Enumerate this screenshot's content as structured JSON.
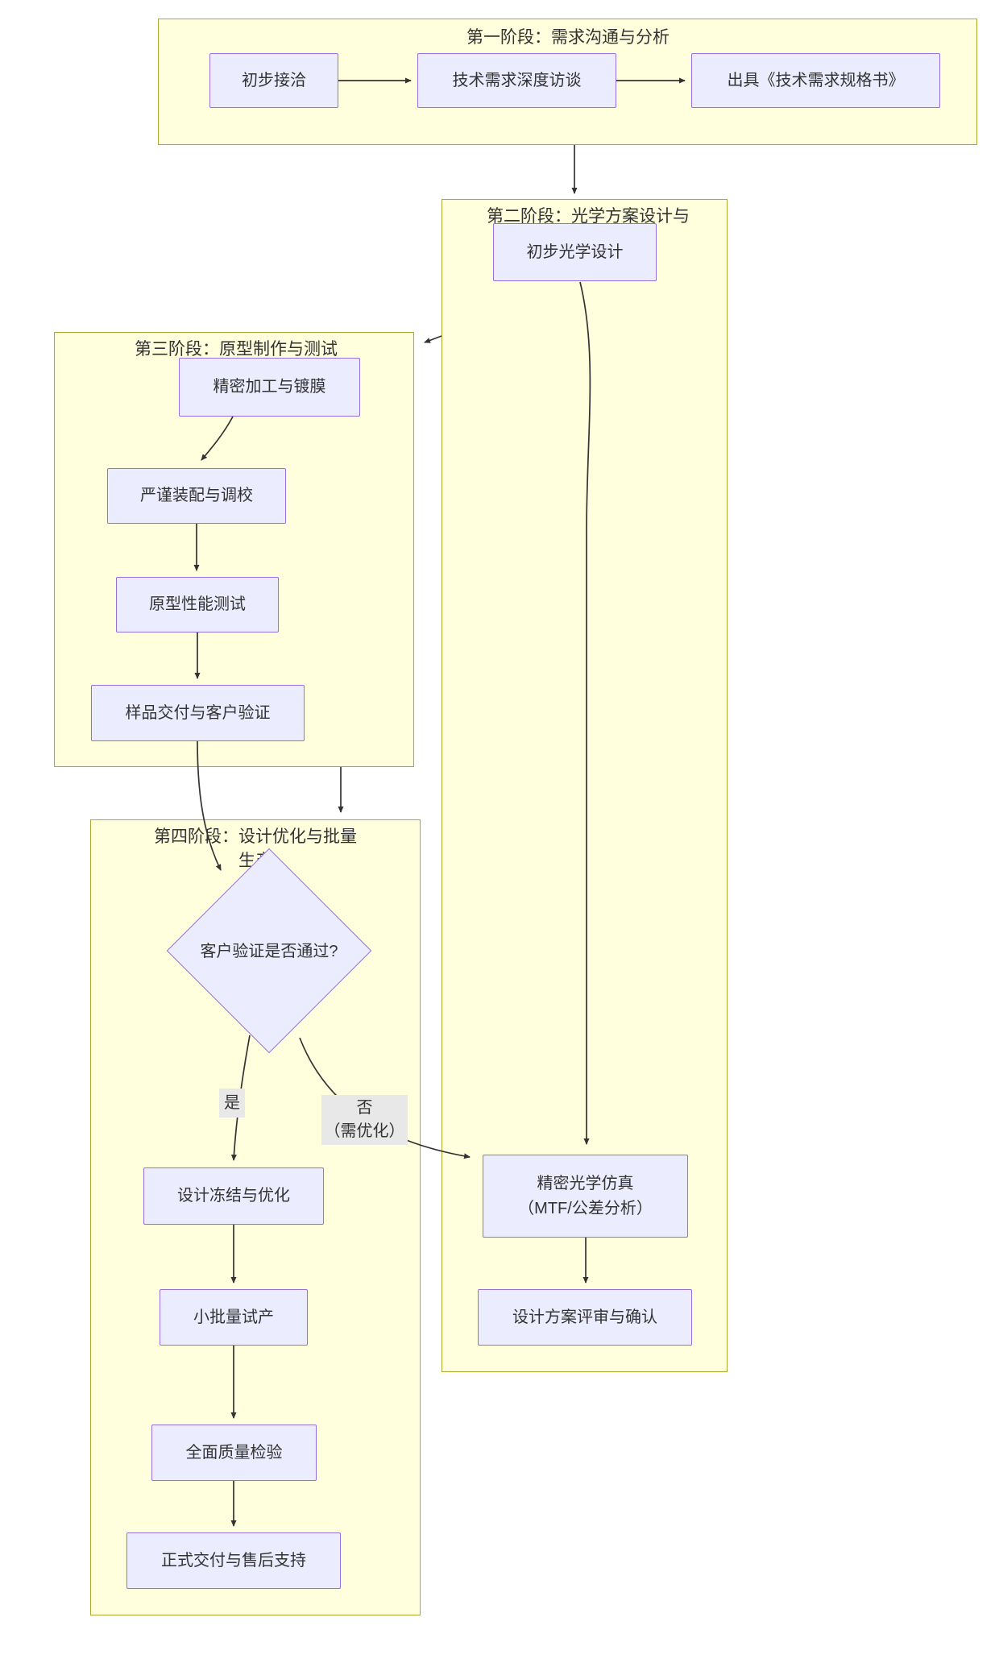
{
  "diagram_type": "flowchart",
  "phases": {
    "p1": {
      "title": "第一阶段：需求沟通与分析"
    },
    "p2": {
      "title": "第二阶段：光学方案设计与"
    },
    "p3": {
      "title": "第三阶段：原型制作与测试"
    },
    "p4": {
      "title_line1": "第四阶段：设计优化与批量",
      "title_line2": "生产"
    }
  },
  "nodes": {
    "initial_contact": "初步接洽",
    "tech_interview": "技术需求深度访谈",
    "spec_doc": "出具《技术需求规格书》",
    "preliminary_design": "初步光学设计",
    "simulation_line1": "精密光学仿真",
    "simulation_line2": "（MTF/公差分析）",
    "design_review": "设计方案评审与确认",
    "machining": "精密加工与镀膜",
    "assembly": "严谨装配与调校",
    "prototype_test": "原型性能测试",
    "sample_delivery": "样品交付与客户验证",
    "decision": "客户验证是否通过?",
    "design_freeze": "设计冻结与优化",
    "pilot_production": "小批量试产",
    "quality_inspection": "全面质量检验",
    "final_delivery": "正式交付与售后支持"
  },
  "edge_labels": {
    "yes": "是",
    "no_line1": "否",
    "no_line2": "（需优化）"
  },
  "colors": {
    "cluster_fill": "#ffffde",
    "cluster_border": "#aaaa33",
    "node_fill": "#ececff",
    "node_border": "#9370db",
    "edge_stroke": "#333333",
    "edge_label_bg": "#e8e8e8",
    "text": "#333333"
  }
}
